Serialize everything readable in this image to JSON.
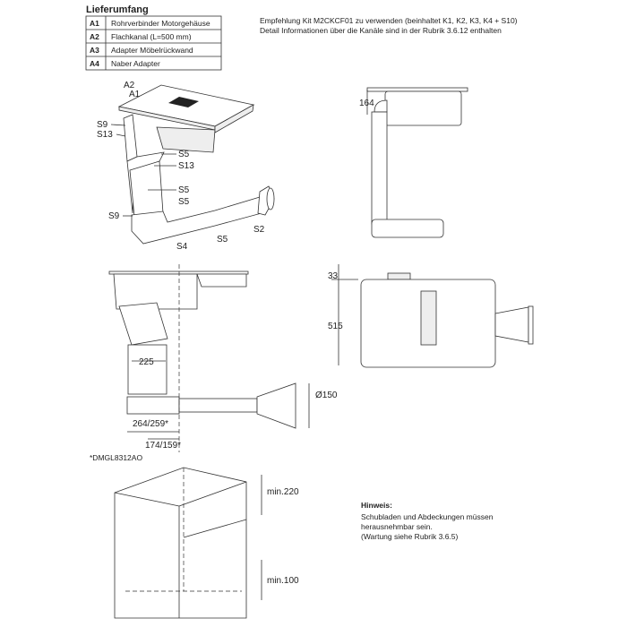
{
  "title": "Lieferumfang",
  "scope_table": [
    {
      "code": "A1",
      "description": "Rohrverbinder Motorgehäuse"
    },
    {
      "code": "A2",
      "description": "Flachkanal (L=500 mm)"
    },
    {
      "code": "A3",
      "description": "Adapter Möbelrückwand"
    },
    {
      "code": "A4",
      "description": "Naber Adapter"
    }
  ],
  "recommendation": {
    "line1": "Empfehlung Kit M2CKCF01 zu verwenden (beinhaltet K1, K2, K3, K4 + S10)",
    "line2": "Detail Informationen über die Kanäle sind in der Rubrik 3.6.12 enthalten"
  },
  "iso_labels": [
    "A2",
    "A1",
    "S9",
    "S13",
    "S5",
    "S13",
    "S5",
    "S5",
    "S9",
    "S4",
    "S5",
    "S2"
  ],
  "side_view": {
    "dim_height": "164"
  },
  "front_view": {
    "dim_width_duct": "225",
    "dim_width_base": "264/259*",
    "dim_offset": "174/159*",
    "dim_diameter": "Ø150",
    "footnote": "*DMGL8312AO"
  },
  "top_view": {
    "dim_top": "33",
    "dim_depth": "515"
  },
  "cabinet": {
    "dim_top": "min.220",
    "dim_bottom": "min.100"
  },
  "note": {
    "title": "Hinweis:",
    "line1": "Schubladen und Abdeckungen müssen",
    "line2": "herausnehmbar sein.",
    "line3": "(Wartung siehe Rubrik 3.6.5)"
  }
}
